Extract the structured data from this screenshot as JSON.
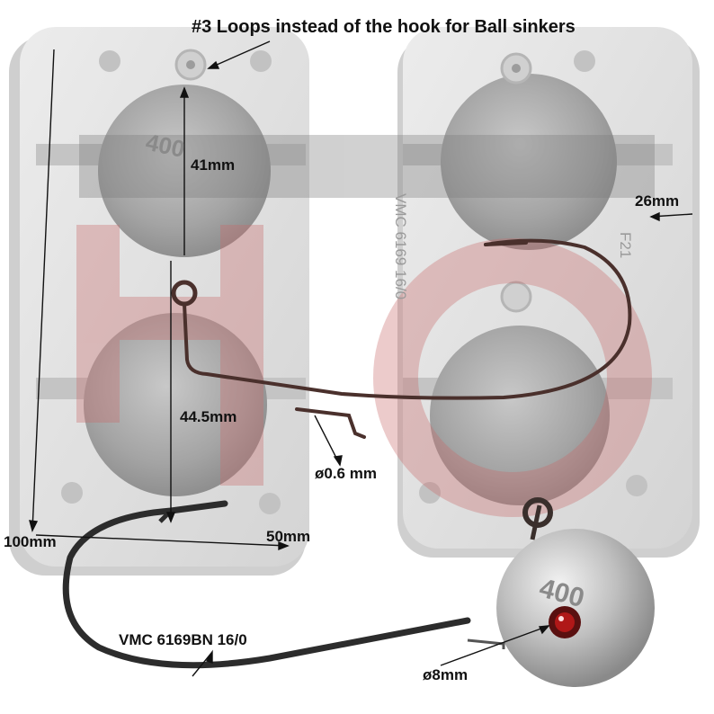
{
  "annotations": {
    "title": "#3 Loops instead of the hook for Ball sinkers",
    "diameter_ball": "41mm",
    "depth": "26mm",
    "hook_length": "44.5mm",
    "wire_diameter": "ø0.6 mm",
    "mold_height": "100mm",
    "mold_width": "50mm",
    "hook_model": "VMC 6169BN 16/0",
    "eye_diameter": "ø8mm"
  },
  "engravings": {
    "cavity_weight": "400",
    "side_marking": "VMC 6169 16/0",
    "code": "F21"
  },
  "colors": {
    "mold_aluminium": "#e2e2e2",
    "cavity": "#a9a9a9",
    "hook_steel": "#3a2f2c",
    "watermark": "#c96a6a",
    "sinker_lead": "#bdbdbd",
    "eye_red": "#b01818"
  }
}
